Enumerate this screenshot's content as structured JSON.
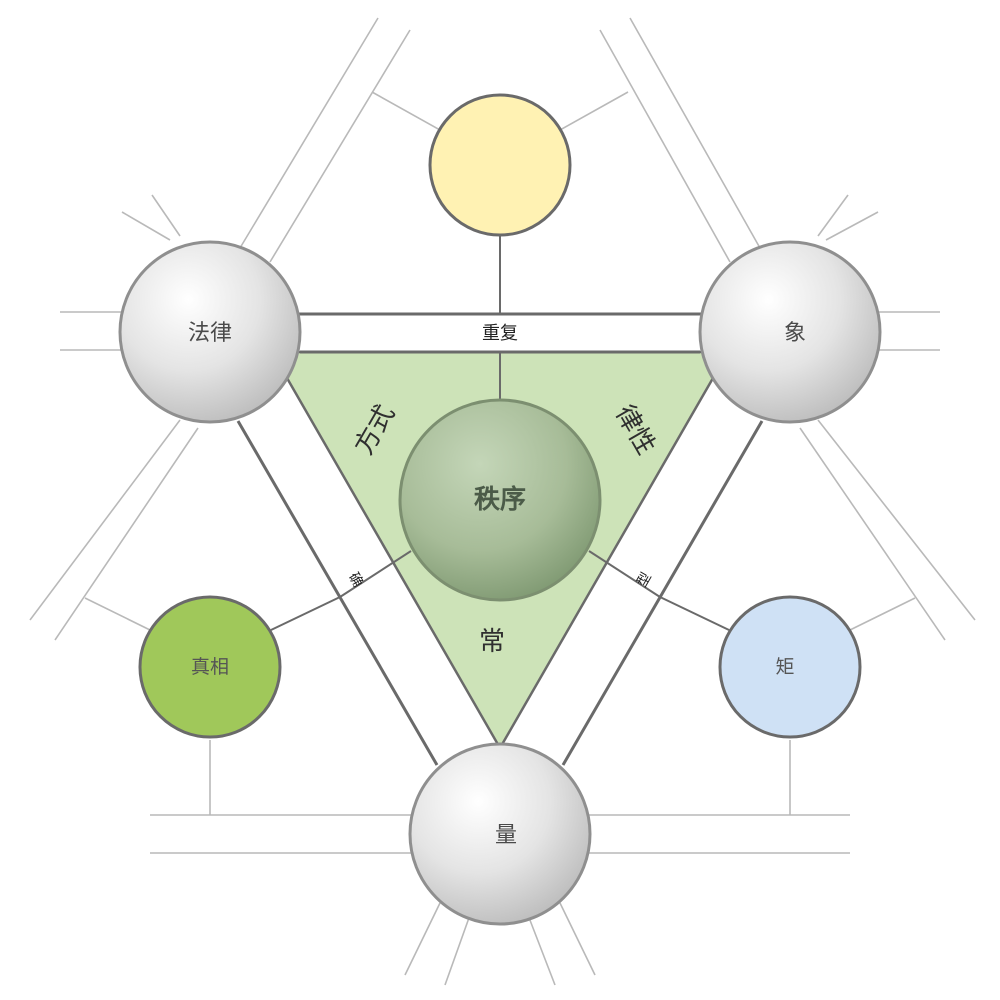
{
  "center": {
    "label": "秩序"
  },
  "corners": {
    "top_left": {
      "label": "法律"
    },
    "top_right": {
      "label": "象"
    },
    "bottom": {
      "label": "量"
    }
  },
  "outer": {
    "top": {
      "label": "",
      "color": "#fff2b3"
    },
    "left": {
      "label": "真相",
      "color": "#a0c85a"
    },
    "right": {
      "label": "矩",
      "color": "#cfe1f5"
    }
  },
  "edges": {
    "top": "重复",
    "left": "确",
    "right": "型"
  },
  "triangle": {
    "left": "方式",
    "right": "律性",
    "bottom": "常",
    "fill": "#cde3b8"
  }
}
